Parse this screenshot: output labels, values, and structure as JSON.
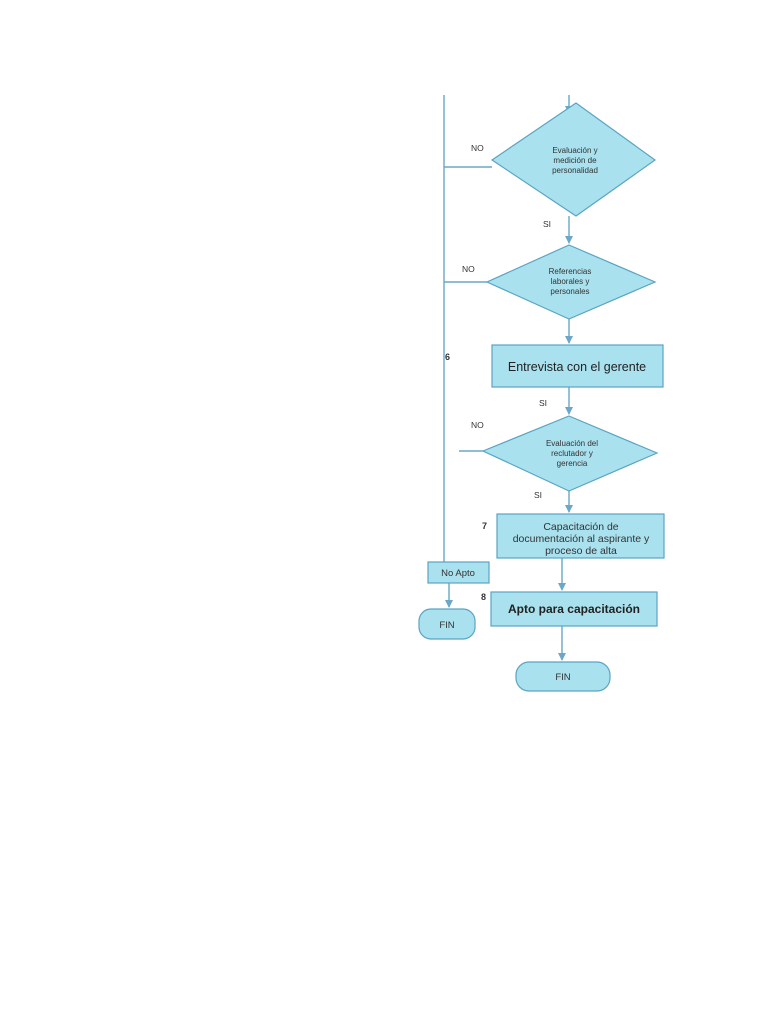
{
  "nodes": {
    "decision_personalidad": [
      "Evaluación y",
      "medición de",
      "personalidad"
    ],
    "decision_referencias": [
      "Referencias",
      "laborales y",
      "personales"
    ],
    "entrevista": "Entrevista con el gerente",
    "decision_reclutador": [
      "Evaluación del",
      "reclutador y",
      "gerencia"
    ],
    "capacitacion_doc": [
      "Capacitación de",
      "documentación al aspirante y",
      "proceso de alta"
    ],
    "no_apto": "No Apto",
    "fin_left": "FIN",
    "apto": "Apto para capacitación",
    "fin_right": "FIN"
  },
  "labels": {
    "no_1": "NO",
    "si_1": "SI",
    "no_2": "NO",
    "si_2": "SI",
    "no_3": "NO",
    "si_3": "SI"
  },
  "step_numbers": {
    "step_6": "6",
    "step_7": "7",
    "step_8": "8"
  },
  "colors": {
    "shape_fill": "#a9e1ee",
    "shape_stroke": "#5aa4c3",
    "connector": "#6aa7c8"
  }
}
